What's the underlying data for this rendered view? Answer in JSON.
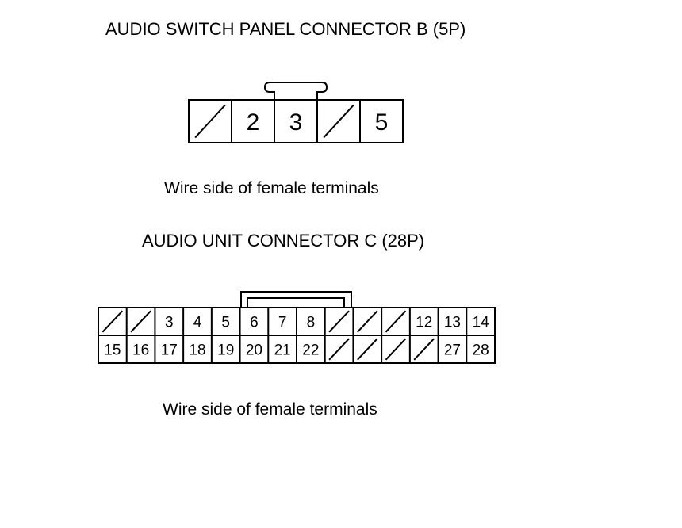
{
  "connector_b": {
    "title": "AUDIO SWITCH PANEL CONNECTOR B (5P)",
    "caption": "Wire side of female terminals",
    "pins": [
      "",
      "2",
      "3",
      "",
      "5"
    ]
  },
  "connector_c": {
    "title": "AUDIO UNIT CONNECTOR C (28P)",
    "caption": "Wire side of female terminals",
    "top_row": [
      "",
      "",
      "3",
      "4",
      "5",
      "6",
      "7",
      "8",
      "",
      "",
      "",
      "12",
      "13",
      "14"
    ],
    "bottom_row": [
      "15",
      "16",
      "17",
      "18",
      "19",
      "20",
      "21",
      "22",
      "",
      "",
      "",
      "",
      "27",
      "28"
    ]
  },
  "colors": {
    "line": "#000000",
    "background": "#ffffff"
  }
}
